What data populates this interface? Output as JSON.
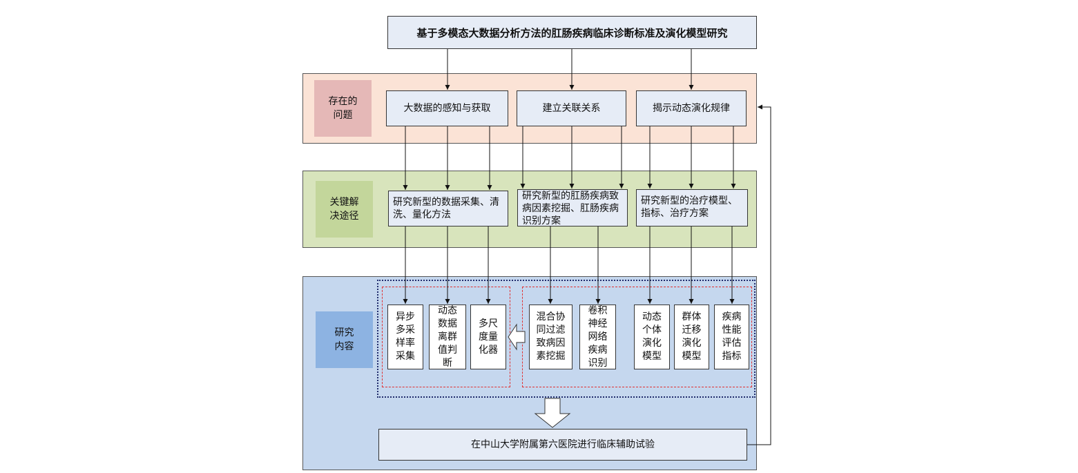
{
  "title": "基于多模态大数据分析方法的肛肠疾病临床诊断标准及演化模型研究",
  "rows": {
    "problem": {
      "label": "存在的\n问题",
      "items": [
        "大数据的感知与获取",
        "建立关联关系",
        "揭示动态演化规律"
      ]
    },
    "solution": {
      "label": "关键解\n决途径",
      "items": [
        "研究新型的数据采集、清洗、量化方法",
        "研究新型的肛肠疾病致病因素挖掘、肛肠疾病识别方案",
        "研究新型的治疗模型、指标、治疗方案"
      ]
    },
    "content": {
      "label": "研究\n内容",
      "items": [
        "异步\n多采\n样率\n采集",
        "动态\n数据\n离群\n值判\n断",
        "多尺\n度量\n化器",
        "混合协\n同过滤\n致病因\n素挖掘",
        "卷积\n神经\n网络\n疾病\n识别",
        "动态\n个体\n演化\n模型",
        "群体\n迁移\n演化\n模型",
        "疾病\n性能\n评估\n指标"
      ]
    }
  },
  "trial": "在中山大学附属第六医院进行临床辅助试验",
  "colors": {
    "problem_band": "#fbe3d6",
    "solution_band": "#d8e4bc",
    "content_band": "#c5d7ee",
    "box_fill": "#e6ecf6",
    "red_dash": "#e03030",
    "blue_dot": "#1f2a6b"
  }
}
